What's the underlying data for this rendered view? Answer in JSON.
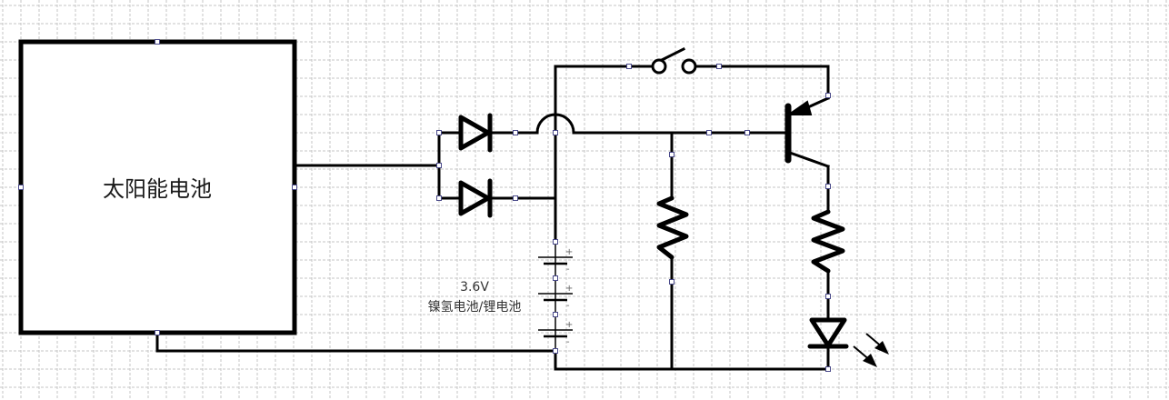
{
  "diagram": {
    "type": "circuit-schematic",
    "solar_panel": {
      "label": "太阳能电池"
    },
    "battery": {
      "voltage_label": "3.6V",
      "type_label": "镍氢电池/锂电池",
      "cells": 3,
      "polarity_plus": "+",
      "polarity_minus": "-"
    },
    "components": [
      {
        "id": "D1",
        "kind": "diode",
        "name": "diode-upper"
      },
      {
        "id": "D2",
        "kind": "diode",
        "name": "diode-lower"
      },
      {
        "id": "S1",
        "kind": "switch",
        "name": "switch"
      },
      {
        "id": "Q1",
        "kind": "pnp-transistor",
        "name": "pnp-transistor"
      },
      {
        "id": "R1",
        "kind": "resistor",
        "name": "base-resistor"
      },
      {
        "id": "R2",
        "kind": "resistor",
        "name": "led-resistor"
      },
      {
        "id": "LED1",
        "kind": "led",
        "name": "led"
      },
      {
        "id": "B1",
        "kind": "battery",
        "name": "battery-pack"
      }
    ],
    "colors": {
      "wire": "#000000",
      "grid": "#c4c4c4",
      "background": "#ffffff"
    }
  }
}
